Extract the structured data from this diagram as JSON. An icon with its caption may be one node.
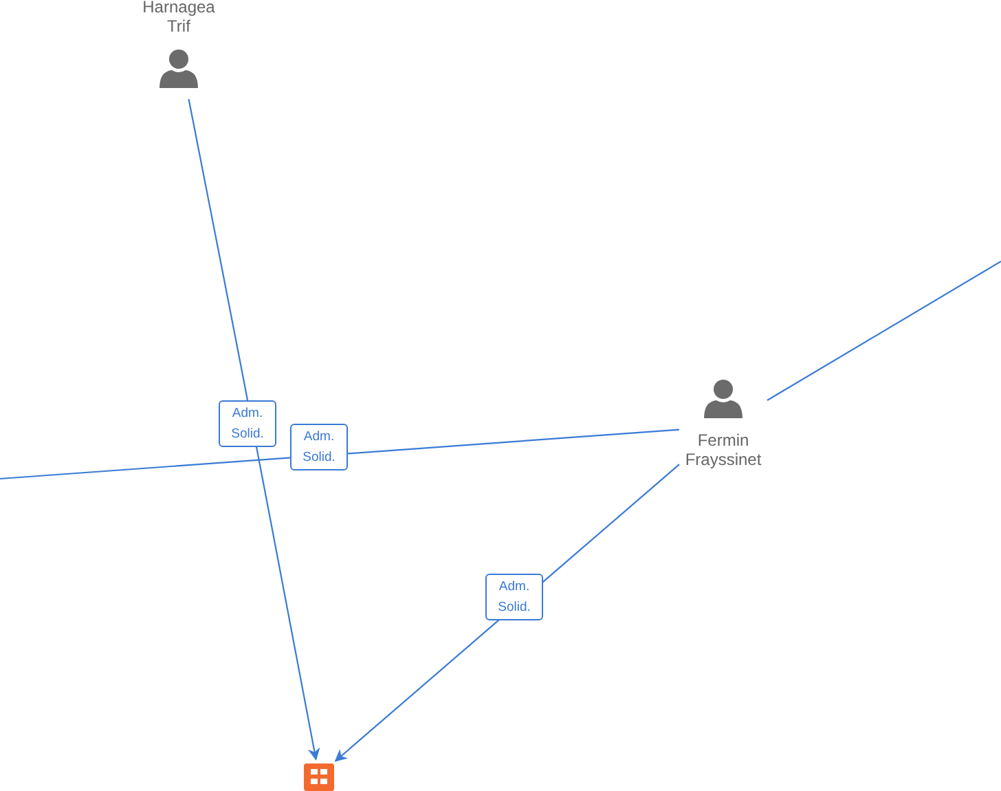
{
  "diagram": {
    "nodes": [
      {
        "text": [
          "Harnagea Trif"
        ]
      },
      {
        "text": [
          "Fermin Frayssinet"
        ]
      },
      {
        "text": [],
        "shape": "box"
      }
    ],
    "edges": [
      {
        "from": 0,
        "to": 2,
        "arrow": "to",
        "label": "Adm. Solid."
      },
      {
        "from": 1,
        "to": 2,
        "arrow": "to",
        "label": "Adm. Solid."
      },
      {
        "from": null,
        "to": 1,
        "arrow": "none",
        "label": "Adm. Solid."
      },
      {
        "from": 1,
        "to": null,
        "arrow": "none"
      }
    ]
  }
}
